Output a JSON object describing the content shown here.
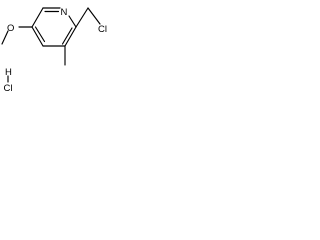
{
  "molecule": {
    "atoms": {
      "nitrogen": "N",
      "oxygen": "O",
      "chlorine": "Cl",
      "hydrogen": "H",
      "salt_chlorine": "Cl"
    },
    "colors": {
      "bond": "#000000",
      "text": "#000000",
      "background": "#ffffff"
    }
  }
}
